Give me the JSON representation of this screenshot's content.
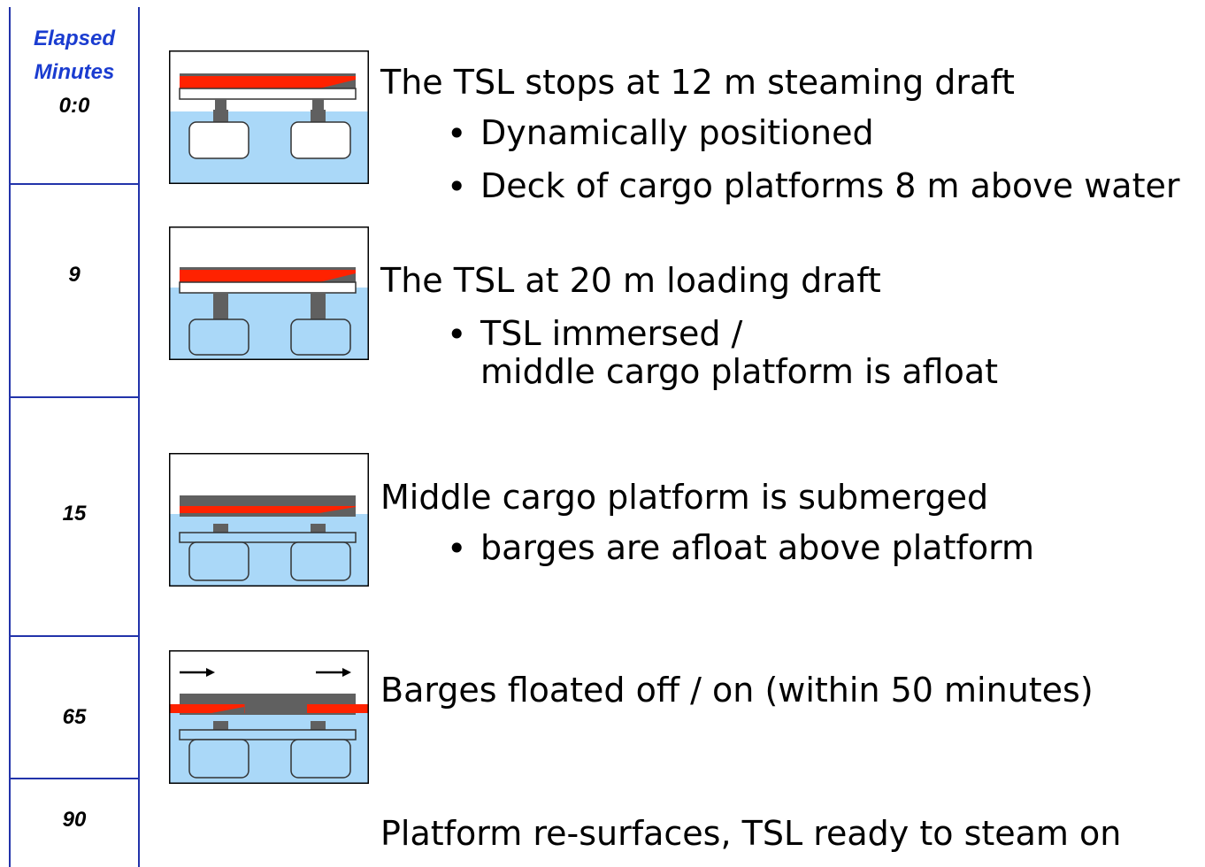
{
  "timeline": {
    "header_line1": "Elapsed",
    "header_line2": "Minutes",
    "steps": [
      "0:0",
      "9",
      "15",
      "65",
      "90"
    ]
  },
  "stages": [
    {
      "title": "The TSL stops at 12 m steaming draft",
      "bullets": [
        "Dynamically positioned",
        "Deck of cargo platforms 8 m above water"
      ]
    },
    {
      "title": "The TSL at 20 m loading draft",
      "bullets": [
        "TSL immersed /",
        "middle cargo platform is afloat"
      ]
    },
    {
      "title": "Middle cargo platform is submerged",
      "bullets": [
        "barges are afloat above platform"
      ]
    },
    {
      "title": "Barges floated off / on (within 50 minutes)",
      "bullets": []
    },
    {
      "title": "Platform re-surfaces, TSL ready to steam on",
      "bullets": []
    }
  ],
  "colors": {
    "timeline_border": "#2233aa",
    "header_text": "#1a3cd0",
    "water": "#aad8f8",
    "cargo": "#ff2200",
    "deck": "#606060"
  }
}
